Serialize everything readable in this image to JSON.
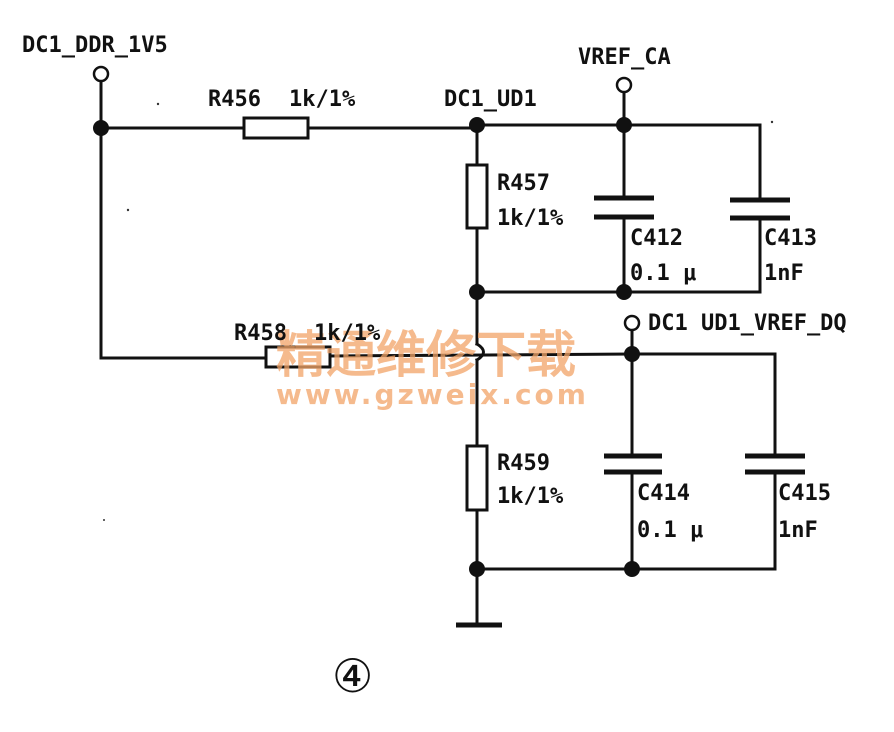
{
  "nets": {
    "supply": "DC1_DDR_1V5",
    "mid_upper": "DC1_UD1",
    "vref_ca": "VREF_CA",
    "vref_dq": "DC1 UD1_VREF_DQ"
  },
  "resistors": [
    {
      "ref": "R456",
      "value": "1k/1%"
    },
    {
      "ref": "R457",
      "value": "1k/1%"
    },
    {
      "ref": "R458",
      "value": "1k/1%"
    },
    {
      "ref": "R459",
      "value": "1k/1%"
    }
  ],
  "capacitors": [
    {
      "ref": "C412",
      "value": "0.1 μ"
    },
    {
      "ref": "C413",
      "value": "1nF"
    },
    {
      "ref": "C414",
      "value": "0.1 μ"
    },
    {
      "ref": "C415",
      "value": "1nF"
    }
  ],
  "watermark": {
    "text": "精通维修下载",
    "url": "www.gzweix.com"
  },
  "figure_marker": "④"
}
